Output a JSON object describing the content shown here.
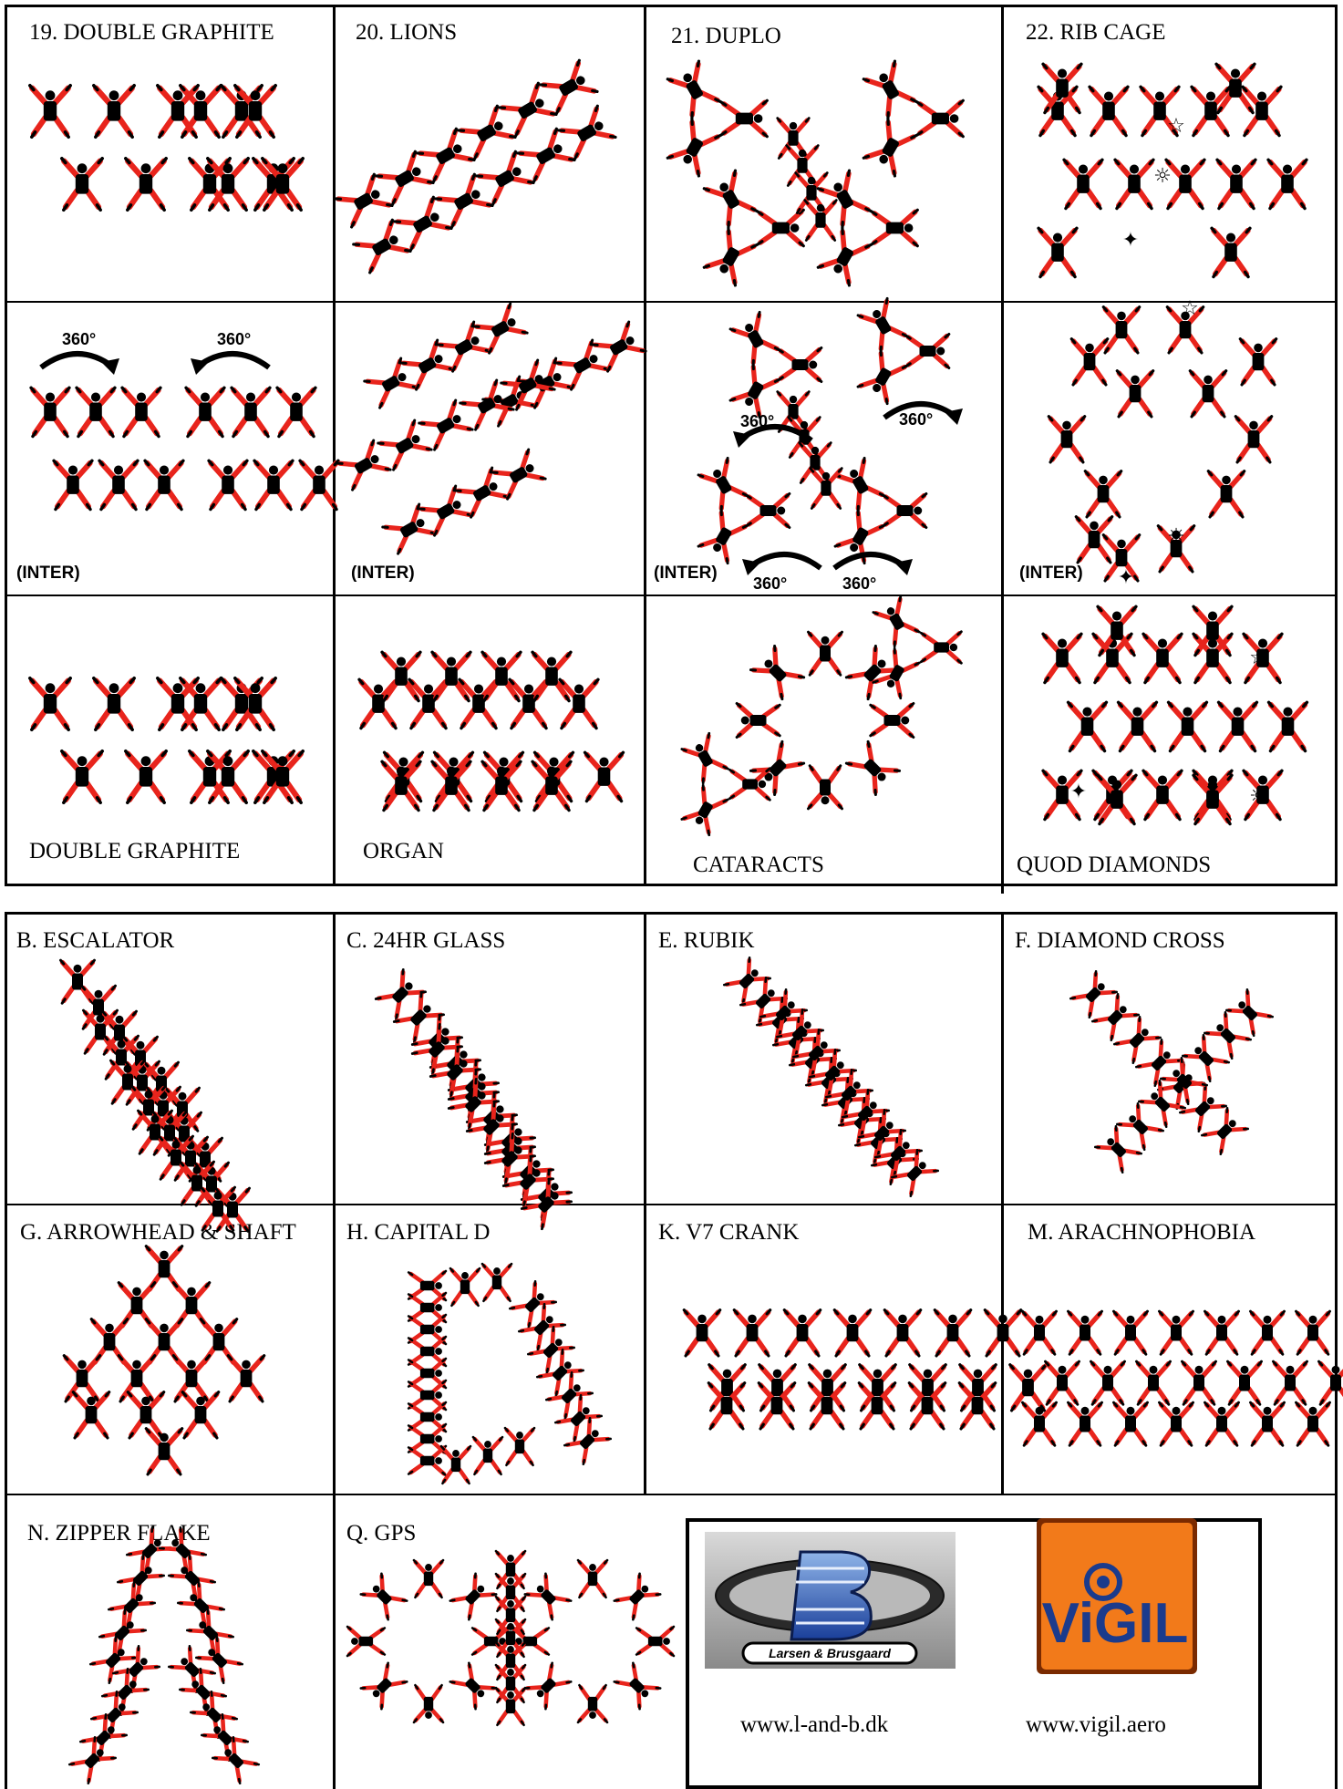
{
  "top_table": {
    "columns": [
      {
        "title": "19. DOUBLE GRAPHITE",
        "inter": "(INTER)",
        "name": "DOUBLE GRAPHITE",
        "rot": [
          "360°",
          "360°"
        ]
      },
      {
        "title": "20. LIONS",
        "inter": "(INTER)",
        "name": "ORGAN"
      },
      {
        "title": "21. DUPLO",
        "inter": "(INTER)",
        "name": "CATARACTS",
        "rot": [
          "360°",
          "360°",
          "360°",
          "360°"
        ]
      },
      {
        "title": "22. RIB CAGE",
        "inter": "(INTER)",
        "name": "QUOD DIAMONDS"
      }
    ]
  },
  "bottom_table": {
    "cells": [
      "B. ESCALATOR",
      "C. 24HR GLASS",
      "E. RUBIK",
      "F. DIAMOND CROSS",
      "G. ARROWHEAD & SHAFT",
      "H. CAPITAL D",
      "K. V7 CRANK",
      "M. ARACHNOPHOBIA",
      "N. ZIPPER FLAKE",
      "Q. GPS"
    ]
  },
  "logos": {
    "lb_caption": "Larsen & Brusgaard",
    "vigil_text": "ViGIL",
    "lb_url": "www.l-and-b.dk",
    "vigil_url": "www.vigil.aero"
  },
  "colors": {
    "suit": "#e8241c",
    "body": "#000000",
    "vigil_bg": "#f27a1a",
    "vigil_fg": "#1b3b8c"
  },
  "icons": [
    "jumper-figure-icon",
    "rotation-arrow-icon",
    "star-marker-icon",
    "sun-marker-icon",
    "cross-marker-icon"
  ]
}
